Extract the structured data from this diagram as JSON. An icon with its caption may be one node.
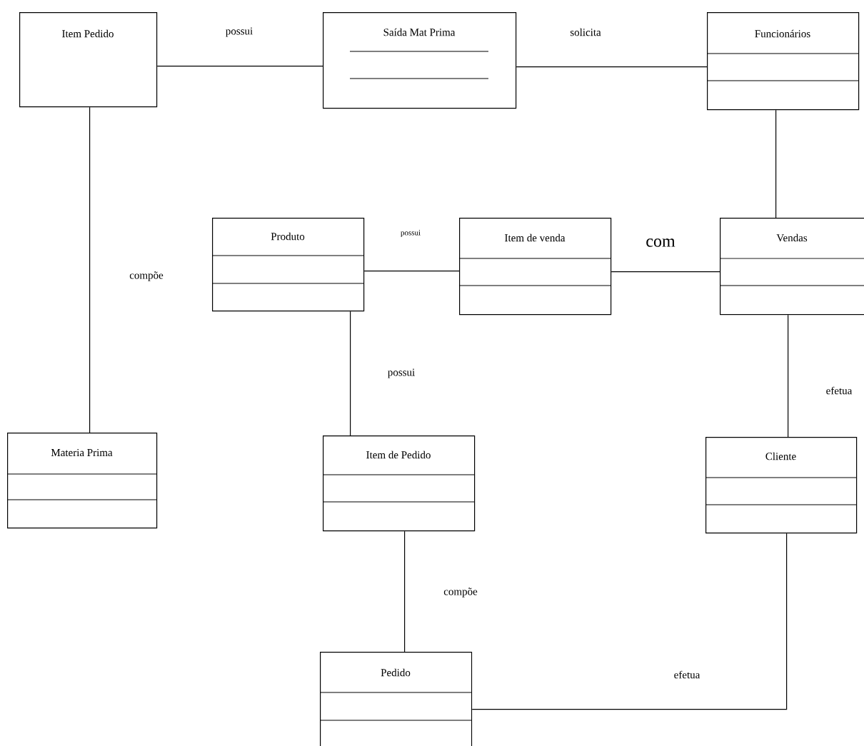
{
  "diagram": {
    "nodes": [
      {
        "text": [
          "Item Pedido"
        ]
      },
      {
        "text": [
          "Saída Mat Prima"
        ]
      },
      {
        "text": [
          "Funcionários"
        ]
      },
      {
        "text": [
          "Produto"
        ]
      },
      {
        "text": [
          "Item de venda"
        ]
      },
      {
        "text": [
          "Vendas"
        ]
      },
      {
        "text": [
          "Materia Prima"
        ]
      },
      {
        "text": [
          "Item de Pedido"
        ]
      },
      {
        "text": [
          "Cliente"
        ]
      },
      {
        "text": [
          "Pedido"
        ]
      }
    ],
    "edges": [
      {
        "from": 0,
        "to": 1,
        "arrow": "none",
        "label": "possui"
      },
      {
        "from": 1,
        "to": 2,
        "arrow": "none",
        "label": "solicita"
      },
      {
        "from": 0,
        "to": 6,
        "arrow": "none",
        "label": "compõe"
      },
      {
        "from": 2,
        "to": 5,
        "arrow": "none"
      },
      {
        "from": 3,
        "to": 4,
        "arrow": "none",
        "label": "possui"
      },
      {
        "from": 4,
        "to": 5,
        "arrow": "none",
        "label": "com"
      },
      {
        "from": 3,
        "to": 7,
        "arrow": "none",
        "label": "possui"
      },
      {
        "from": 5,
        "to": 8,
        "arrow": "none",
        "label": "efetua"
      },
      {
        "from": 7,
        "to": 9,
        "arrow": "none",
        "label": "compõe"
      },
      {
        "from": 9,
        "to": 8,
        "arrow": "none",
        "label": "efetua"
      }
    ]
  }
}
